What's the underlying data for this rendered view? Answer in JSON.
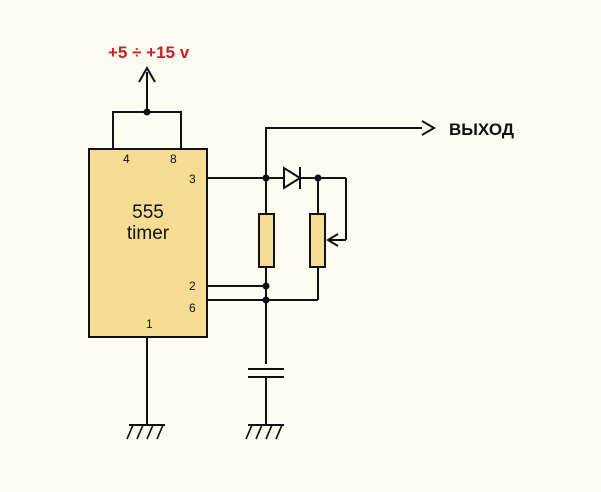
{
  "supply_label": "+5 ÷ +15 v",
  "output_label": "ВЫХОД",
  "chip": {
    "line1": "555",
    "line2": "timer",
    "pins": {
      "p4": "4",
      "p8": "8",
      "p3": "3",
      "p2": "2",
      "p6": "6",
      "p1": "1"
    }
  },
  "colors": {
    "background": "#fefcf1",
    "chip_fill": "#f5dc92",
    "resistor_fill": "#f5dc92",
    "supply_text": "#c8202a",
    "wire": "#111111"
  }
}
